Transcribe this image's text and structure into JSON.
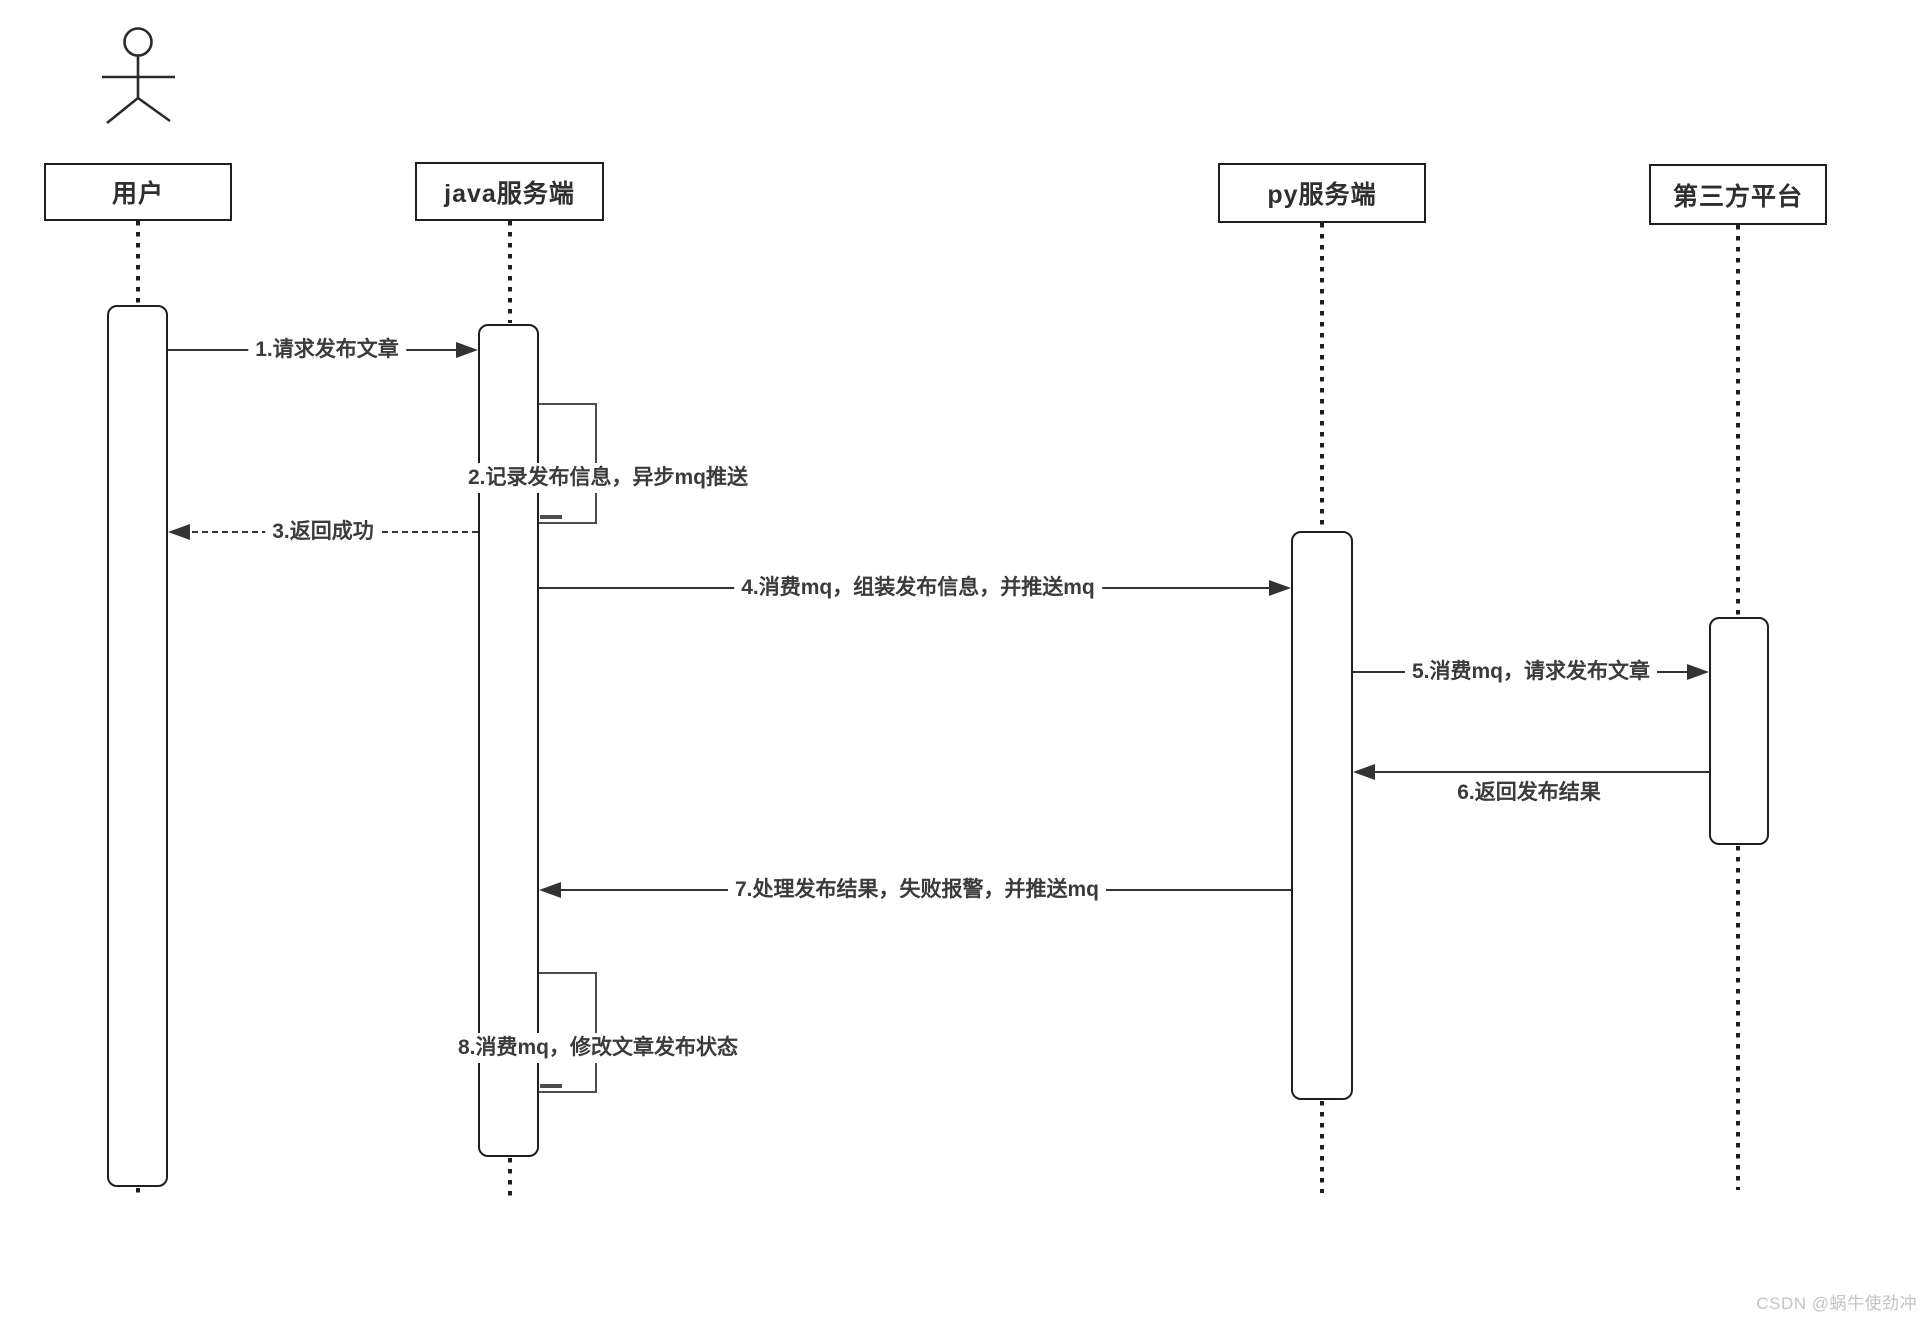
{
  "diagram": {
    "type": "sequence-diagram",
    "participants": [
      {
        "id": "user",
        "label": "用户",
        "kind": "actor"
      },
      {
        "id": "java-server",
        "label": "java服务端",
        "kind": "object"
      },
      {
        "id": "py-server",
        "label": "py服务端",
        "kind": "object"
      },
      {
        "id": "third-party",
        "label": "第三方平台",
        "kind": "object"
      }
    ],
    "messages": [
      {
        "num": 1,
        "label": "1.请求发布文章",
        "from": "用户",
        "to": "java服务端",
        "style": "solid-arrow"
      },
      {
        "num": 2,
        "label": "2.记录发布信息，异步mq推送",
        "from": "java服务端",
        "to": "java服务端",
        "style": "self-call"
      },
      {
        "num": 3,
        "label": "3.返回成功",
        "from": "java服务端",
        "to": "用户",
        "style": "dashed-arrow"
      },
      {
        "num": 4,
        "label": "4.消费mq，组装发布信息，并推送mq",
        "from": "java服务端",
        "to": "py服务端",
        "style": "solid-arrow"
      },
      {
        "num": 5,
        "label": "5.消费mq，请求发布文章",
        "from": "py服务端",
        "to": "第三方平台",
        "style": "solid-arrow"
      },
      {
        "num": 6,
        "label": "6.返回发布结果",
        "from": "第三方平台",
        "to": "py服务端",
        "style": "solid-arrow"
      },
      {
        "num": 7,
        "label": "7.处理发布结果，失败报警，并推送mq",
        "from": "py服务端",
        "to": "java服务端",
        "style": "solid-arrow"
      },
      {
        "num": 8,
        "label": "8.消费mq，修改文章发布状态",
        "from": "java服务端",
        "to": "java服务端",
        "style": "self-call"
      }
    ],
    "colors": {
      "line": "#333333",
      "loop_line": "#4d4d4d",
      "border": "#1f1f1f",
      "text": "#3b3b3b",
      "watermark": "#c4c4c4",
      "background": "#ffffff"
    }
  },
  "watermark": {
    "text": "CSDN @蜗牛使劲冲"
  }
}
